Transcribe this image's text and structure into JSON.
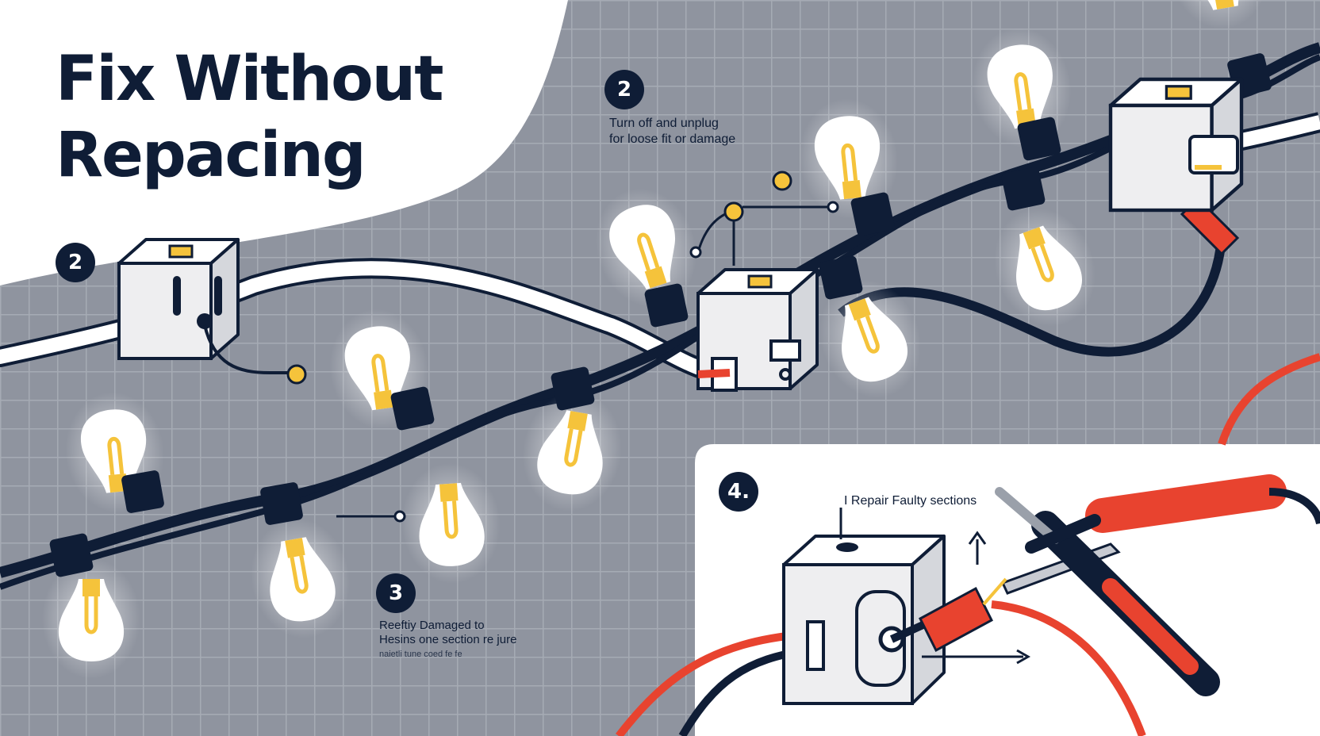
{
  "title": {
    "line1": "Fix Without",
    "line2": "Repacing"
  },
  "steps": [
    {
      "number": "2",
      "lines": [
        "Turn off and unplug",
        "for loose fit or damage"
      ]
    },
    {
      "number": "2",
      "lines": []
    },
    {
      "number": "3",
      "lines": [
        "Reeftiy Damaged to",
        "Hesins one section re jure",
        "naietli tune coed fe fe"
      ]
    },
    {
      "number": "4.",
      "lines": [
        "I Repair Faulty sections"
      ]
    }
  ],
  "colors": {
    "background": "#8f949f",
    "grid": "#a6abb4",
    "navy": "#0f1d36",
    "accent_red": "#e8432f",
    "accent_yellow": "#f5c33b",
    "panel": "#ffffff"
  },
  "icons": [
    "light-bulb-icon",
    "junction-box-icon",
    "soldering-iron-icon",
    "arrow-icon"
  ]
}
